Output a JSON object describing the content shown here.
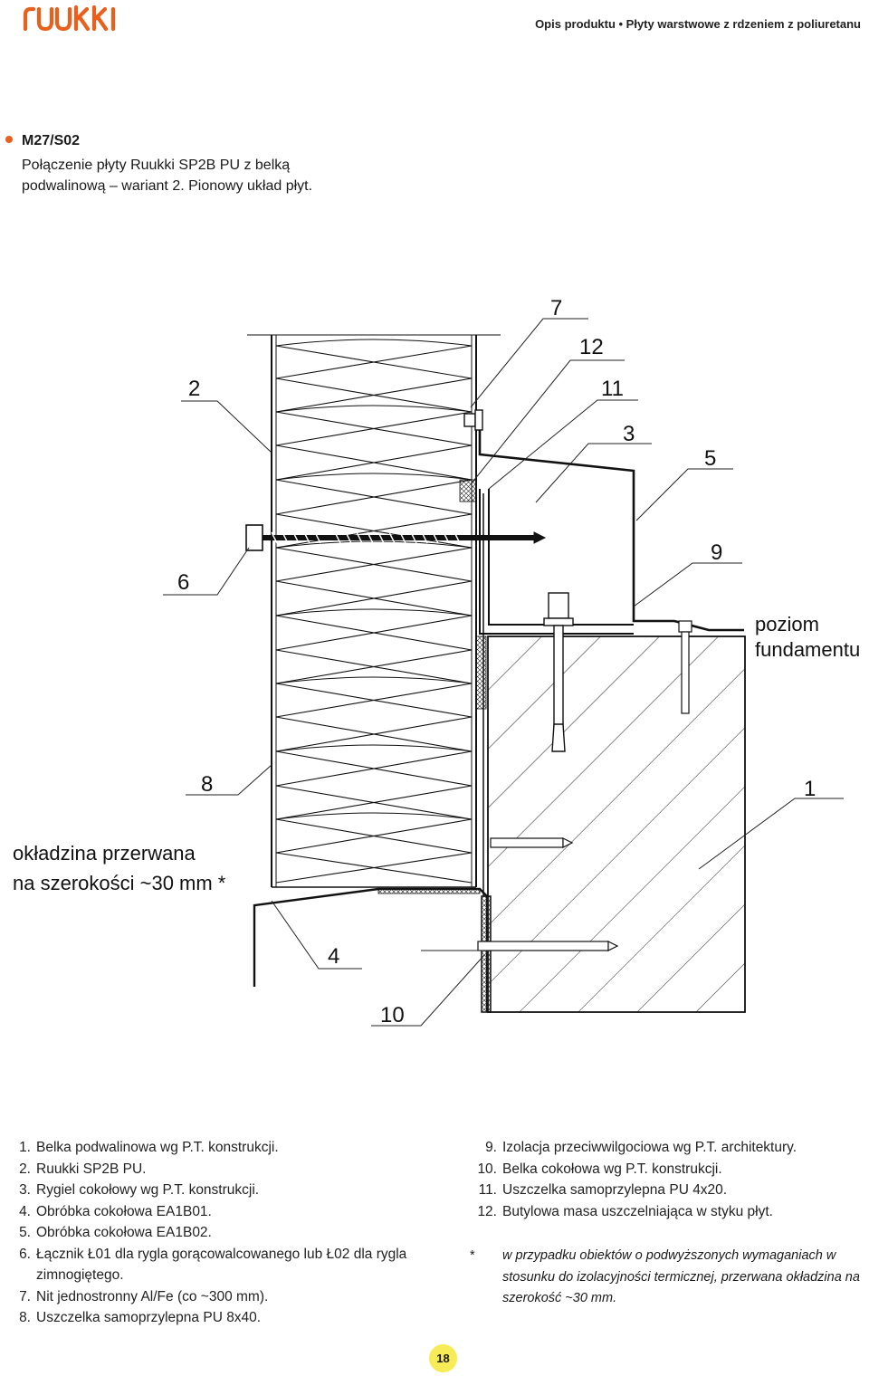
{
  "header": {
    "brand": "ruukki",
    "title": "Opis produktu • Płyty warstwowe z rdzeniem z poliuretanu"
  },
  "section": {
    "code": "M27/S02",
    "lines": [
      "Połączenie płyty Ruukki SP2B PU z belką",
      "podwalinową – wariant 2. Pionowy układ płyt."
    ]
  },
  "drawing": {
    "callouts": [
      "7",
      "12",
      "2",
      "11",
      "3",
      "5",
      "6",
      "9",
      "8",
      "1",
      "4",
      "10"
    ],
    "text_labels": {
      "foundation": [
        "poziom",
        "fundamentu"
      ],
      "cladding": [
        "okładzina przerwana",
        "na szerokości ~30 mm *"
      ]
    }
  },
  "legend_left": [
    {
      "num": "1.",
      "text": "Belka podwalinowa wg P.T. konstrukcji."
    },
    {
      "num": "2.",
      "text": "Ruukki SP2B PU."
    },
    {
      "num": "3.",
      "text": "Rygiel cokołowy wg P.T. konstrukcji."
    },
    {
      "num": "4.",
      "text": "Obróbka cokołowa EA1B01."
    },
    {
      "num": "5.",
      "text": "Obróbka cokołowa EA1B02."
    },
    {
      "num": "6.",
      "text": "Łącznik Ł01 dla rygla gorącowalcowanego lub Ł02 dla rygla zimnogiętego."
    },
    {
      "num": "7.",
      "text": "Nit jednostronny Al/Fe (co ~300 mm)."
    },
    {
      "num": "8.",
      "text": "Uszczelka samoprzylepna PU 8x40."
    }
  ],
  "legend_right": [
    {
      "num": "9.",
      "text": "Izolacja przeciwwilgociowa wg P.T. architektury."
    },
    {
      "num": "10.",
      "text": "Belka cokołowa wg P.T. konstrukcji."
    },
    {
      "num": "11.",
      "text": "Uszczelka samoprzylepna PU 4x20."
    },
    {
      "num": "12.",
      "text": "Butylowa masa uszczelniająca w styku płyt."
    }
  ],
  "note": {
    "mark": "*",
    "text": "w przypadku obiektów o podwyższonych wymaganiach w stosunku do izolacyjności termicznej, przerwana okładzina na szerokość ~30 mm."
  },
  "footer": {
    "page_number": "18"
  },
  "colors": {
    "brand": "#e8601c",
    "bullet": "#e8601c",
    "page_badge": "#f7ec55"
  }
}
